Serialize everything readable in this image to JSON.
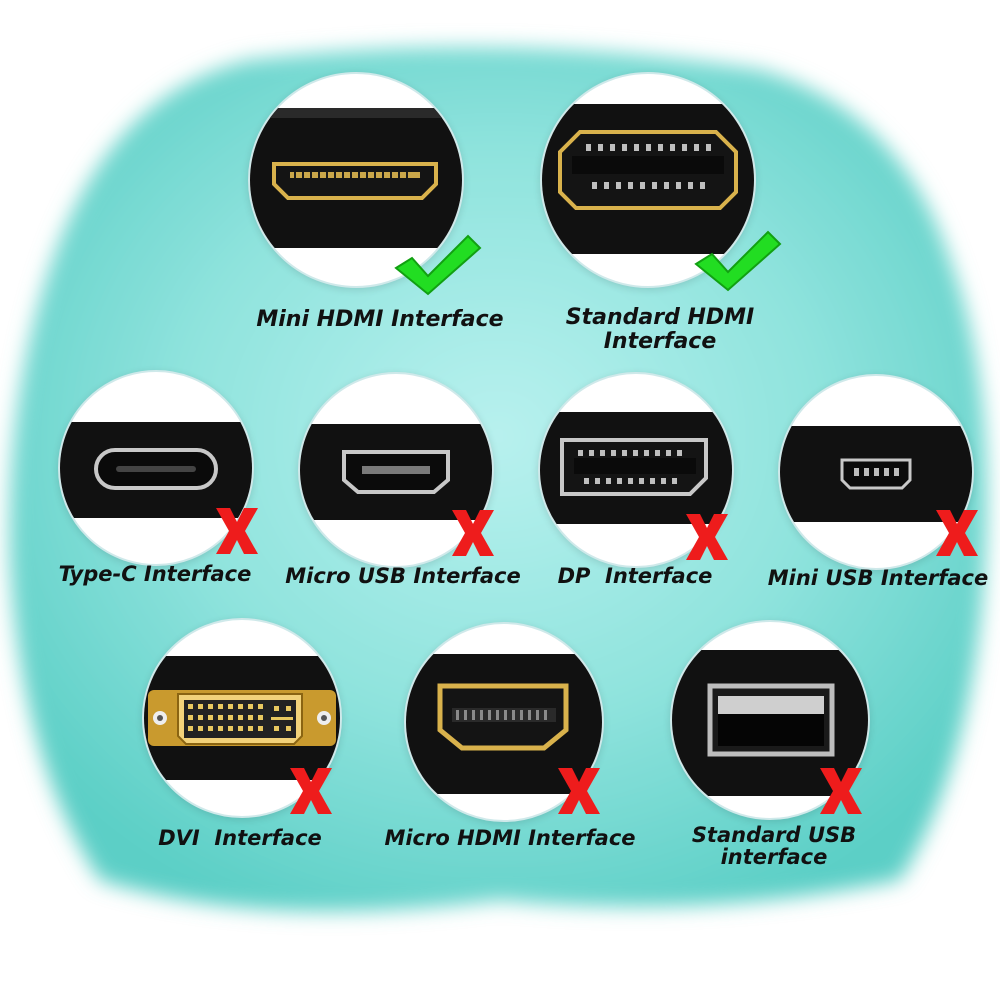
{
  "colors": {
    "background_gradient": [
      "#74ddd6",
      "#a8ece8",
      "#8ee4de",
      "#5fd3cb"
    ],
    "check_green": "#22dd22",
    "cross_red": "#ee1c1c",
    "connector_body": "#101010",
    "gold": "#d9b24c"
  },
  "interfaces": [
    {
      "id": "mini-hdmi",
      "label_lines": [
        "Mini HDMI Interface"
      ],
      "compatible": true,
      "mark_icon": "green-checkmark-icon"
    },
    {
      "id": "standard-hdmi",
      "label_lines": [
        "Standard HDMI",
        "Interface"
      ],
      "compatible": true,
      "mark_icon": "green-checkmark-icon"
    },
    {
      "id": "type-c",
      "label_lines": [
        "Type-C Interface"
      ],
      "compatible": false,
      "mark_icon": "red-x-icon"
    },
    {
      "id": "micro-usb",
      "label_lines": [
        "Micro USB Interface"
      ],
      "compatible": false,
      "mark_icon": "red-x-icon"
    },
    {
      "id": "dp",
      "label_lines": [
        "DP  Interface"
      ],
      "compatible": false,
      "mark_icon": "red-x-icon"
    },
    {
      "id": "mini-usb",
      "label_lines": [
        "Mini USB Interface"
      ],
      "compatible": false,
      "mark_icon": "red-x-icon"
    },
    {
      "id": "dvi",
      "label_lines": [
        "DVI  Interface"
      ],
      "compatible": false,
      "mark_icon": "red-x-icon"
    },
    {
      "id": "micro-hdmi",
      "label_lines": [
        "Micro HDMI Interface"
      ],
      "compatible": false,
      "mark_icon": "red-x-icon"
    },
    {
      "id": "standard-usb",
      "label_lines": [
        "Standard USB",
        "interface"
      ],
      "compatible": false,
      "mark_icon": "red-x-icon"
    }
  ]
}
